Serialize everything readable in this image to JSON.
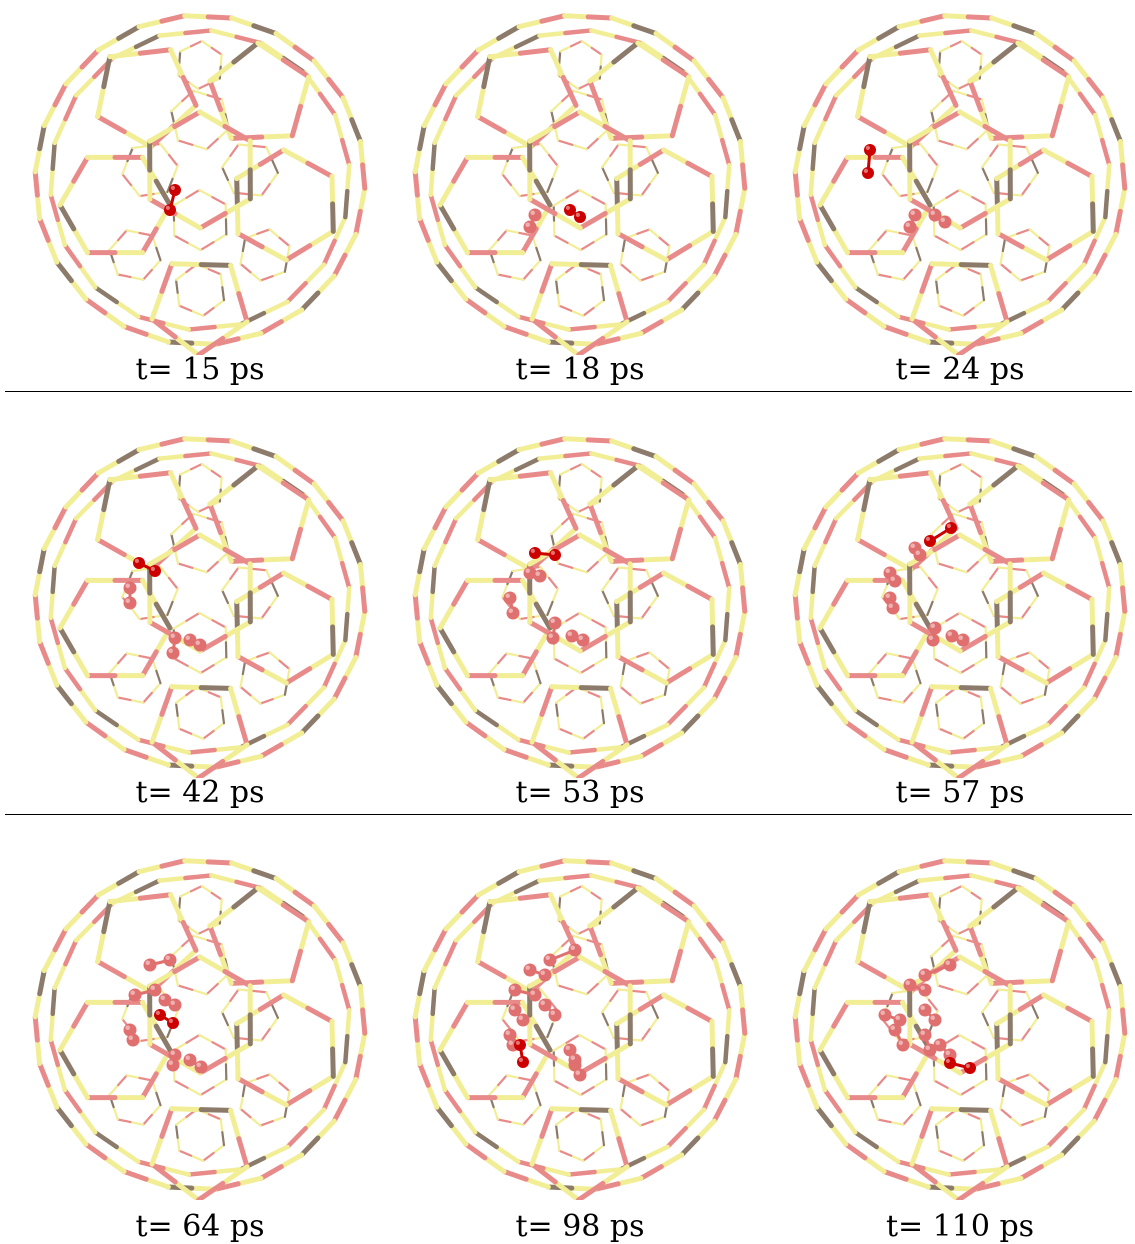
{
  "figure": {
    "panels": [
      {
        "label": "t= 15 ps"
      },
      {
        "label": "t= 18 ps"
      },
      {
        "label": "t= 24 ps"
      },
      {
        "label": "t= 42 ps"
      },
      {
        "label": "t= 53 ps"
      },
      {
        "label": "t= 57 ps"
      },
      {
        "label": "t= 64 ps"
      },
      {
        "label": "t= 98 ps"
      },
      {
        "label": "t= 110 ps"
      }
    ],
    "colors": {
      "framework_silicon": "#f2ee96",
      "framework_oxygen": "#e88a8a",
      "framework_shadow": "#8c7a6a",
      "molecule_current": "#cc0000",
      "molecule_past": "#e07070"
    }
  }
}
